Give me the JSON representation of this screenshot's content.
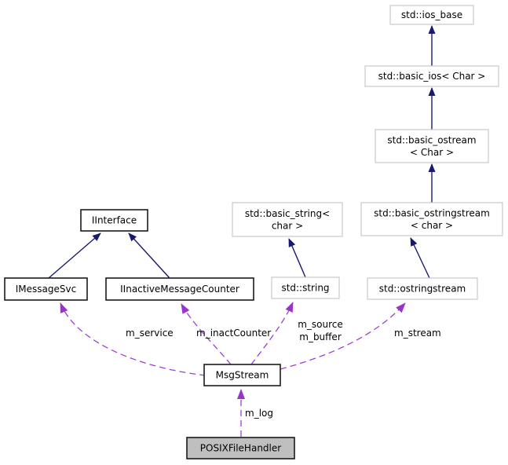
{
  "diagram": {
    "title": "POSIXFileHandler collaboration diagram",
    "colors": {
      "background": "#ffffff",
      "inheritance_arrow": "#191970",
      "usage_arrow": "#9e3fd6",
      "usage_arrowhead": "#9a32cd",
      "external_box_border": "#c9c9c9",
      "project_box_border": "#1a1a1a",
      "box_fill": "#ffffff",
      "current_box_fill": "#bfbfbf",
      "text": "#000000"
    },
    "nodes": [
      {
        "id": "ios_base",
        "label": [
          "std::ios_base"
        ],
        "kind": "external"
      },
      {
        "id": "basic_ios",
        "label": [
          "std::basic_ios< Char >"
        ],
        "kind": "external"
      },
      {
        "id": "basic_ostream",
        "label": [
          "std::basic_ostream",
          "< Char >"
        ],
        "kind": "external"
      },
      {
        "id": "basic_ostringstream",
        "label": [
          "std::basic_ostringstream",
          "< char >"
        ],
        "kind": "external"
      },
      {
        "id": "ostringstream",
        "label": [
          "std::ostringstream"
        ],
        "kind": "external"
      },
      {
        "id": "basic_string",
        "label": [
          "std::basic_string<",
          "char >"
        ],
        "kind": "external"
      },
      {
        "id": "string",
        "label": [
          "std::string"
        ],
        "kind": "external"
      },
      {
        "id": "IInterface",
        "label": [
          "IInterface"
        ],
        "kind": "project"
      },
      {
        "id": "IMessageSvc",
        "label": [
          "IMessageSvc"
        ],
        "kind": "project"
      },
      {
        "id": "IInactiveMessageCounter",
        "label": [
          "IInactiveMessageCounter"
        ],
        "kind": "project"
      },
      {
        "id": "MsgStream",
        "label": [
          "MsgStream"
        ],
        "kind": "project"
      },
      {
        "id": "POSIXFileHandler",
        "label": [
          "POSIXFileHandler"
        ],
        "kind": "current"
      }
    ],
    "inheritance_edges": [
      {
        "from": "basic_ios",
        "to": "ios_base"
      },
      {
        "from": "basic_ostream",
        "to": "basic_ios"
      },
      {
        "from": "basic_ostringstream",
        "to": "basic_ostream"
      },
      {
        "from": "ostringstream",
        "to": "basic_ostringstream"
      },
      {
        "from": "string",
        "to": "basic_string"
      },
      {
        "from": "IMessageSvc",
        "to": "IInterface"
      },
      {
        "from": "IInactiveMessageCounter",
        "to": "IInterface"
      }
    ],
    "usage_edges": [
      {
        "from": "MsgStream",
        "to": "IMessageSvc",
        "label": [
          "m_service"
        ]
      },
      {
        "from": "MsgStream",
        "to": "IInactiveMessageCounter",
        "label": [
          "m_inactCounter"
        ]
      },
      {
        "from": "MsgStream",
        "to": "string",
        "label": [
          "m_source",
          "m_buffer"
        ]
      },
      {
        "from": "MsgStream",
        "to": "ostringstream",
        "label": [
          "m_stream"
        ]
      },
      {
        "from": "POSIXFileHandler",
        "to": "MsgStream",
        "label": [
          "m_log"
        ]
      }
    ]
  }
}
